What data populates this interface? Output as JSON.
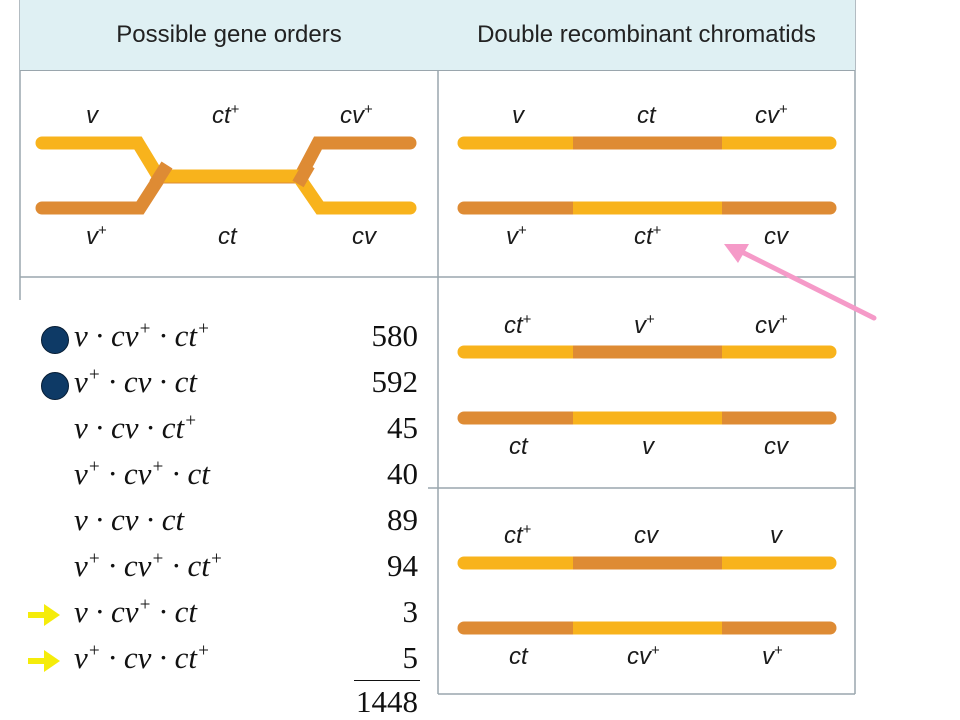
{
  "headers": {
    "left": "Possible gene orders",
    "right": "Double recombinant chromatids"
  },
  "crossover_panel": {
    "top_labels": [
      "v",
      "ct",
      "cv"
    ],
    "top_sups": [
      "",
      "+",
      "+"
    ],
    "bottom_labels": [
      "v",
      "ct",
      "cv"
    ],
    "bottom_sups": [
      "+",
      "",
      ""
    ]
  },
  "chromatid_panels": [
    {
      "top_labels": [
        "v",
        "ct",
        "cv"
      ],
      "top_sups": [
        "",
        "",
        "+"
      ],
      "bottom_labels": [
        "v",
        "ct",
        "cv"
      ],
      "bottom_sups": [
        "+",
        "+",
        ""
      ]
    },
    {
      "top_labels": [
        "ct",
        "v",
        "cv"
      ],
      "top_sups": [
        "+",
        "+",
        "+"
      ],
      "bottom_labels": [
        "ct",
        "v",
        "cv"
      ],
      "bottom_sups": [
        "",
        "",
        ""
      ]
    },
    {
      "top_labels": [
        "ct",
        "cv",
        "v"
      ],
      "top_sups": [
        "+",
        "",
        ""
      ],
      "bottom_labels": [
        "ct",
        "cv",
        "v"
      ],
      "bottom_sups": [
        "",
        "+",
        "+"
      ]
    }
  ],
  "cross_data": {
    "rows": [
      {
        "g1": "v",
        "s1": "",
        "g2": "cv",
        "s2": "+",
        "g3": "ct",
        "s3": "+",
        "count": "580",
        "marker": "dot"
      },
      {
        "g1": "v",
        "s1": "+",
        "g2": "cv",
        "s2": "",
        "g3": "ct",
        "s3": "",
        "count": "592",
        "marker": "dot"
      },
      {
        "g1": "v",
        "s1": "",
        "g2": "cv",
        "s2": "",
        "g3": "ct",
        "s3": "+",
        "count": "45",
        "marker": ""
      },
      {
        "g1": "v",
        "s1": "+",
        "g2": "cv",
        "s2": "+",
        "g3": "ct",
        "s3": "",
        "count": "40",
        "marker": ""
      },
      {
        "g1": "v",
        "s1": "",
        "g2": "cv",
        "s2": "",
        "g3": "ct",
        "s3": "",
        "count": "89",
        "marker": ""
      },
      {
        "g1": "v",
        "s1": "+",
        "g2": "cv",
        "s2": "+",
        "g3": "ct",
        "s3": "+",
        "count": "94",
        "marker": ""
      },
      {
        "g1": "v",
        "s1": "",
        "g2": "cv",
        "s2": "+",
        "g3": "ct",
        "s3": "",
        "count": "3",
        "marker": "arrow"
      },
      {
        "g1": "v",
        "s1": "+",
        "g2": "cv",
        "s2": "",
        "g3": "ct",
        "s3": "+",
        "count": "5",
        "marker": "arrow"
      }
    ],
    "total": "1448"
  },
  "colors": {
    "light_bar": "#f8b31c",
    "dark_bar": "#de8b34",
    "grid_line": "#9aa6ad",
    "header_bg": "#dff0f3",
    "dot": "#0e3a66",
    "yellow_arrow": "#f5ec0a",
    "pink_arrow": "#f59ac8"
  },
  "icons": {
    "dot_marker": "circle-marker-icon",
    "yellow_arrow": "arrow-right-icon",
    "pink_arrow": "arrow-pointer-icon"
  }
}
